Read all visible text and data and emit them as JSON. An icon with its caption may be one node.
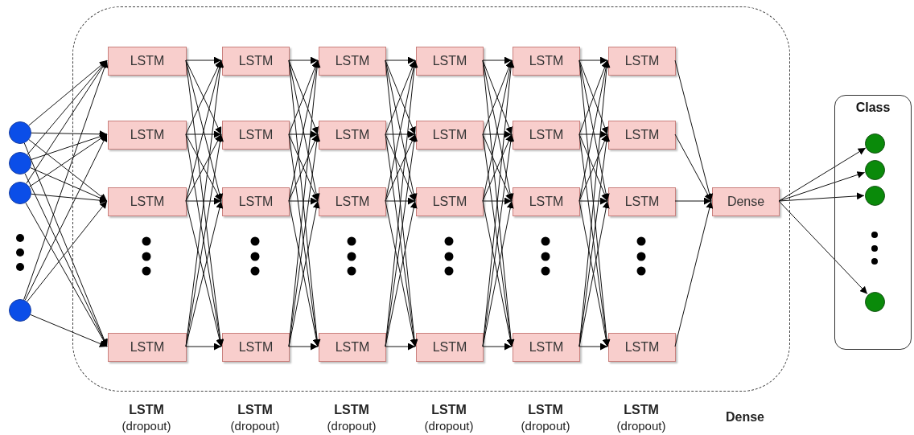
{
  "diagram": {
    "nodes": [
      {
        "text": [],
        "shape": "box"
      },
      {
        "text": [],
        "shape": "circle"
      },
      {
        "text": [],
        "shape": "circle"
      },
      {
        "text": [],
        "shape": "circle"
      },
      {
        "text": [],
        "shape": "circle"
      },
      {
        "text": [
          "LSTM"
        ],
        "in": 0
      },
      {
        "text": [
          "LSTM"
        ],
        "in": 0
      },
      {
        "text": [
          "LSTM"
        ],
        "in": 0
      },
      {
        "text": [
          "LSTM"
        ],
        "in": 0
      },
      {
        "text": [
          "LSTM"
        ],
        "in": 0
      },
      {
        "text": [
          "LSTM"
        ],
        "in": 0
      },
      {
        "text": [
          "LSTM"
        ],
        "in": 0
      },
      {
        "text": [
          "LSTM"
        ],
        "in": 0
      },
      {
        "text": [
          "LSTM"
        ],
        "in": 0
      },
      {
        "text": [
          "LSTM"
        ],
        "in": 0
      },
      {
        "text": [
          "LSTM"
        ],
        "in": 0
      },
      {
        "text": [
          "LSTM"
        ],
        "in": 0
      },
      {
        "text": [
          "LSTM"
        ],
        "in": 0
      },
      {
        "text": [
          "LSTM"
        ],
        "in": 0
      },
      {
        "text": [
          "LSTM"
        ],
        "in": 0
      },
      {
        "text": [
          "LSTM"
        ],
        "in": 0
      },
      {
        "text": [
          "LSTM"
        ],
        "in": 0
      },
      {
        "text": [
          "LSTM"
        ],
        "in": 0
      },
      {
        "text": [
          "LSTM"
        ],
        "in": 0
      },
      {
        "text": [
          "LSTM"
        ],
        "in": 0
      },
      {
        "text": [
          "LSTM"
        ],
        "in": 0
      },
      {
        "text": [
          "LSTM"
        ],
        "in": 0
      },
      {
        "text": [
          "LSTM"
        ],
        "in": 0
      },
      {
        "text": [
          "LSTM"
        ],
        "in": 0
      },
      {
        "text": [
          "Dense"
        ],
        "in": 0
      },
      {
        "text": [
          "Class"
        ]
      },
      {
        "text": [],
        "shape": "circle",
        "in": 30
      },
      {
        "text": [],
        "shape": "circle",
        "in": 30
      },
      {
        "text": [],
        "shape": "circle",
        "in": 30
      },
      {
        "text": [],
        "shape": "circle",
        "in": 30
      }
    ],
    "edges": [
      {
        "from": 1,
        "to": 5,
        "arrow": "to"
      },
      {
        "from": 1,
        "to": 6,
        "arrow": "to"
      },
      {
        "from": 1,
        "to": 7,
        "arrow": "to"
      },
      {
        "from": 1,
        "to": 8,
        "arrow": "to"
      },
      {
        "from": 2,
        "to": 5,
        "arrow": "to"
      },
      {
        "from": 2,
        "to": 6,
        "arrow": "to"
      },
      {
        "from": 2,
        "to": 7,
        "arrow": "to"
      },
      {
        "from": 2,
        "to": 8,
        "arrow": "to"
      },
      {
        "from": 3,
        "to": 5,
        "arrow": "to"
      },
      {
        "from": 3,
        "to": 6,
        "arrow": "to"
      },
      {
        "from": 3,
        "to": 7,
        "arrow": "to"
      },
      {
        "from": 3,
        "to": 8,
        "arrow": "to"
      },
      {
        "from": 4,
        "to": 5,
        "arrow": "to"
      },
      {
        "from": 4,
        "to": 6,
        "arrow": "to"
      },
      {
        "from": 4,
        "to": 7,
        "arrow": "to"
      },
      {
        "from": 4,
        "to": 8,
        "arrow": "to"
      },
      {
        "from": 5,
        "to": 9,
        "arrow": "to"
      },
      {
        "from": 5,
        "to": 10,
        "arrow": "to"
      },
      {
        "from": 5,
        "to": 11,
        "arrow": "to"
      },
      {
        "from": 5,
        "to": 12,
        "arrow": "to"
      },
      {
        "from": 6,
        "to": 9,
        "arrow": "to"
      },
      {
        "from": 6,
        "to": 10,
        "arrow": "to"
      },
      {
        "from": 6,
        "to": 11,
        "arrow": "to"
      },
      {
        "from": 6,
        "to": 12,
        "arrow": "to"
      },
      {
        "from": 7,
        "to": 9,
        "arrow": "to"
      },
      {
        "from": 7,
        "to": 10,
        "arrow": "to"
      },
      {
        "from": 7,
        "to": 11,
        "arrow": "to"
      },
      {
        "from": 7,
        "to": 12,
        "arrow": "to"
      },
      {
        "from": 8,
        "to": 9,
        "arrow": "to"
      },
      {
        "from": 8,
        "to": 10,
        "arrow": "to"
      },
      {
        "from": 8,
        "to": 11,
        "arrow": "to"
      },
      {
        "from": 8,
        "to": 12,
        "arrow": "to"
      },
      {
        "from": 9,
        "to": 13,
        "arrow": "to"
      },
      {
        "from": 9,
        "to": 14,
        "arrow": "to"
      },
      {
        "from": 9,
        "to": 15,
        "arrow": "to"
      },
      {
        "from": 9,
        "to": 16,
        "arrow": "to"
      },
      {
        "from": 10,
        "to": 13,
        "arrow": "to"
      },
      {
        "from": 10,
        "to": 14,
        "arrow": "to"
      },
      {
        "from": 10,
        "to": 15,
        "arrow": "to"
      },
      {
        "from": 10,
        "to": 16,
        "arrow": "to"
      },
      {
        "from": 11,
        "to": 13,
        "arrow": "to"
      },
      {
        "from": 11,
        "to": 14,
        "arrow": "to"
      },
      {
        "from": 11,
        "to": 15,
        "arrow": "to"
      },
      {
        "from": 11,
        "to": 16,
        "arrow": "to"
      },
      {
        "from": 12,
        "to": 13,
        "arrow": "to"
      },
      {
        "from": 12,
        "to": 14,
        "arrow": "to"
      },
      {
        "from": 12,
        "to": 15,
        "arrow": "to"
      },
      {
        "from": 12,
        "to": 16,
        "arrow": "to"
      },
      {
        "from": 13,
        "to": 17,
        "arrow": "to"
      },
      {
        "from": 13,
        "to": 18,
        "arrow": "to"
      },
      {
        "from": 13,
        "to": 19,
        "arrow": "to"
      },
      {
        "from": 13,
        "to": 20,
        "arrow": "to"
      },
      {
        "from": 14,
        "to": 17,
        "arrow": "to"
      },
      {
        "from": 14,
        "to": 18,
        "arrow": "to"
      },
      {
        "from": 14,
        "to": 19,
        "arrow": "to"
      },
      {
        "from": 14,
        "to": 20,
        "arrow": "to"
      },
      {
        "from": 15,
        "to": 17,
        "arrow": "to"
      },
      {
        "from": 15,
        "to": 18,
        "arrow": "to"
      },
      {
        "from": 15,
        "to": 19,
        "arrow": "to"
      },
      {
        "from": 15,
        "to": 20,
        "arrow": "to"
      },
      {
        "from": 16,
        "to": 17,
        "arrow": "to"
      },
      {
        "from": 16,
        "to": 18,
        "arrow": "to"
      },
      {
        "from": 16,
        "to": 19,
        "arrow": "to"
      },
      {
        "from": 16,
        "to": 20,
        "arrow": "to"
      },
      {
        "from": 17,
        "to": 21,
        "arrow": "to"
      },
      {
        "from": 17,
        "to": 22,
        "arrow": "to"
      },
      {
        "from": 17,
        "to": 23,
        "arrow": "to"
      },
      {
        "from": 17,
        "to": 24,
        "arrow": "to"
      },
      {
        "from": 18,
        "to": 21,
        "arrow": "to"
      },
      {
        "from": 18,
        "to": 22,
        "arrow": "to"
      },
      {
        "from": 18,
        "to": 23,
        "arrow": "to"
      },
      {
        "from": 18,
        "to": 24,
        "arrow": "to"
      },
      {
        "from": 19,
        "to": 21,
        "arrow": "to"
      },
      {
        "from": 19,
        "to": 22,
        "arrow": "to"
      },
      {
        "from": 19,
        "to": 23,
        "arrow": "to"
      },
      {
        "from": 19,
        "to": 24,
        "arrow": "to"
      },
      {
        "from": 20,
        "to": 21,
        "arrow": "to"
      },
      {
        "from": 20,
        "to": 22,
        "arrow": "to"
      },
      {
        "from": 20,
        "to": 23,
        "arrow": "to"
      },
      {
        "from": 20,
        "to": 24,
        "arrow": "to"
      },
      {
        "from": 21,
        "to": 25,
        "arrow": "to"
      },
      {
        "from": 21,
        "to": 26,
        "arrow": "to"
      },
      {
        "from": 21,
        "to": 27,
        "arrow": "to"
      },
      {
        "from": 21,
        "to": 28,
        "arrow": "to"
      },
      {
        "from": 22,
        "to": 25,
        "arrow": "to"
      },
      {
        "from": 22,
        "to": 26,
        "arrow": "to"
      },
      {
        "from": 22,
        "to": 27,
        "arrow": "to"
      },
      {
        "from": 22,
        "to": 28,
        "arrow": "to"
      },
      {
        "from": 23,
        "to": 25,
        "arrow": "to"
      },
      {
        "from": 23,
        "to": 26,
        "arrow": "to"
      },
      {
        "from": 23,
        "to": 27,
        "arrow": "to"
      },
      {
        "from": 23,
        "to": 28,
        "arrow": "to"
      },
      {
        "from": 24,
        "to": 25,
        "arrow": "to"
      },
      {
        "from": 24,
        "to": 26,
        "arrow": "to"
      },
      {
        "from": 24,
        "to": 27,
        "arrow": "to"
      },
      {
        "from": 24,
        "to": 28,
        "arrow": "to"
      },
      {
        "from": 25,
        "to": 29,
        "arrow": "to"
      },
      {
        "from": 26,
        "to": 29,
        "arrow": "to"
      },
      {
        "from": 27,
        "to": 29,
        "arrow": "to"
      },
      {
        "from": 28,
        "to": 29,
        "arrow": "to"
      },
      {
        "from": 29,
        "to": 31,
        "arrow": "to"
      },
      {
        "from": 29,
        "to": 32,
        "arrow": "to"
      },
      {
        "from": 29,
        "to": 33,
        "arrow": "to"
      },
      {
        "from": 29,
        "to": 34,
        "arrow": "to"
      }
    ],
    "labels": [
      "LSTM",
      "(dropout)",
      "LSTM",
      "(dropout)",
      "LSTM",
      "(dropout)",
      "LSTM",
      "(dropout)",
      "LSTM",
      "(dropout)",
      "LSTM",
      "(dropout)",
      "Dense"
    ]
  }
}
